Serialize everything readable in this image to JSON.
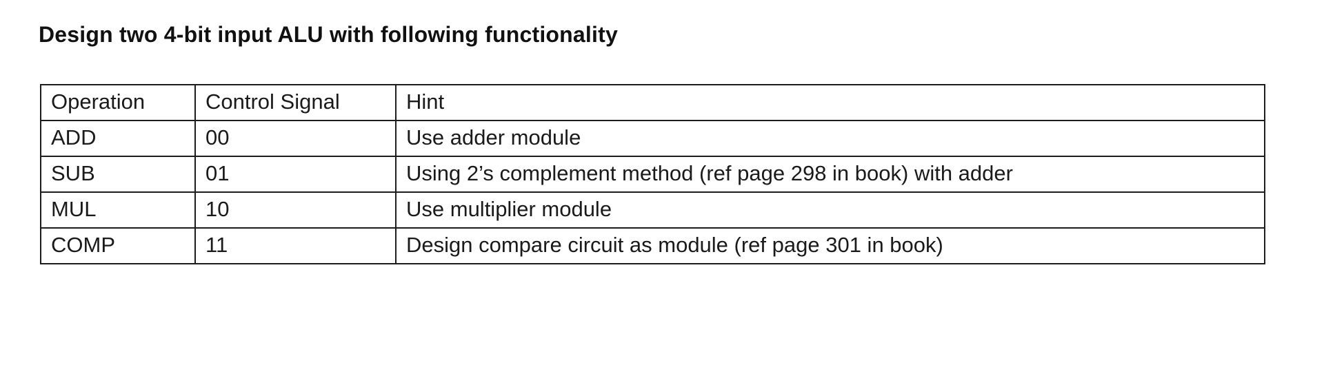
{
  "title": "Design two 4-bit input ALU with following functionality",
  "table": {
    "headers": [
      "Operation",
      "Control Signal",
      "Hint"
    ],
    "rows": [
      {
        "operation": "ADD",
        "control_signal": "00",
        "hint": "Use adder module"
      },
      {
        "operation": "SUB",
        "control_signal": "01",
        "hint": "Using 2’s complement method (ref page 298 in book) with adder"
      },
      {
        "operation": "MUL",
        "control_signal": "10",
        "hint": "Use multiplier module"
      },
      {
        "operation": "COMP",
        "control_signal": "11",
        "hint": "Design compare circuit as module (ref page 301 in book)"
      }
    ]
  },
  "colors": {
    "text": "#1a1a1a",
    "border": "#1c1c1c",
    "background": "#ffffff"
  }
}
